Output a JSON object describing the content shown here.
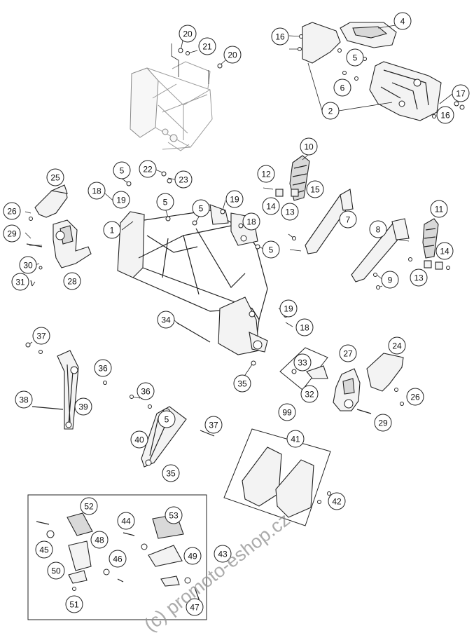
{
  "watermark": "(c) promoto-eshop.cz",
  "callouts": [
    {
      "key": "c20a",
      "label": "20"
    },
    {
      "key": "c21",
      "label": "21"
    },
    {
      "key": "c20b",
      "label": "20"
    },
    {
      "key": "c16a",
      "label": "16"
    },
    {
      "key": "c4",
      "label": "4"
    },
    {
      "key": "c5a",
      "label": "5"
    },
    {
      "key": "c6",
      "label": "6"
    },
    {
      "key": "c2",
      "label": "2"
    },
    {
      "key": "c17",
      "label": "17"
    },
    {
      "key": "c16b",
      "label": "16"
    },
    {
      "key": "c10",
      "label": "10"
    },
    {
      "key": "c22",
      "label": "22"
    },
    {
      "key": "c5b",
      "label": "5"
    },
    {
      "key": "c23",
      "label": "23"
    },
    {
      "key": "c12",
      "label": "12"
    },
    {
      "key": "c15",
      "label": "15"
    },
    {
      "key": "c14a",
      "label": "14"
    },
    {
      "key": "c13a",
      "label": "13"
    },
    {
      "key": "c25",
      "label": "25"
    },
    {
      "key": "c18a",
      "label": "18"
    },
    {
      "key": "c19a",
      "label": "19"
    },
    {
      "key": "c5c",
      "label": "5"
    },
    {
      "key": "c5d",
      "label": "5"
    },
    {
      "key": "c19b",
      "label": "19"
    },
    {
      "key": "c7",
      "label": "7"
    },
    {
      "key": "c11",
      "label": "11"
    },
    {
      "key": "c26a",
      "label": "26"
    },
    {
      "key": "c18b",
      "label": "18"
    },
    {
      "key": "c1",
      "label": "1"
    },
    {
      "key": "c8",
      "label": "8"
    },
    {
      "key": "c29a",
      "label": "29"
    },
    {
      "key": "c5e",
      "label": "5"
    },
    {
      "key": "c14b",
      "label": "14"
    },
    {
      "key": "c30",
      "label": "30"
    },
    {
      "key": "c31",
      "label": "31"
    },
    {
      "key": "c28",
      "label": "28"
    },
    {
      "key": "c9",
      "label": "9"
    },
    {
      "key": "c13b",
      "label": "13"
    },
    {
      "key": "c19c",
      "label": "19"
    },
    {
      "key": "c34",
      "label": "34"
    },
    {
      "key": "c18c",
      "label": "18"
    },
    {
      "key": "c37a",
      "label": "37"
    },
    {
      "key": "c27",
      "label": "27"
    },
    {
      "key": "c24",
      "label": "24"
    },
    {
      "key": "c33",
      "label": "33"
    },
    {
      "key": "c36a",
      "label": "36"
    },
    {
      "key": "c35a",
      "label": "35"
    },
    {
      "key": "c32",
      "label": "32"
    },
    {
      "key": "c38",
      "label": "38"
    },
    {
      "key": "c39",
      "label": "39"
    },
    {
      "key": "c36b",
      "label": "36"
    },
    {
      "key": "c26b",
      "label": "26"
    },
    {
      "key": "c99",
      "label": "99"
    },
    {
      "key": "c29b",
      "label": "29"
    },
    {
      "key": "c5f",
      "label": "5"
    },
    {
      "key": "c37b",
      "label": "37"
    },
    {
      "key": "c41",
      "label": "41"
    },
    {
      "key": "c40",
      "label": "40"
    },
    {
      "key": "c35b",
      "label": "35"
    },
    {
      "key": "c42",
      "label": "42"
    },
    {
      "key": "c52",
      "label": "52"
    },
    {
      "key": "c53",
      "label": "53"
    },
    {
      "key": "c44",
      "label": "44"
    },
    {
      "key": "c45",
      "label": "45"
    },
    {
      "key": "c48",
      "label": "48"
    },
    {
      "key": "c43",
      "label": "43"
    },
    {
      "key": "c49",
      "label": "49"
    },
    {
      "key": "c46",
      "label": "46"
    },
    {
      "key": "c50",
      "label": "50"
    },
    {
      "key": "c51",
      "label": "51"
    },
    {
      "key": "c47",
      "label": "47"
    }
  ]
}
